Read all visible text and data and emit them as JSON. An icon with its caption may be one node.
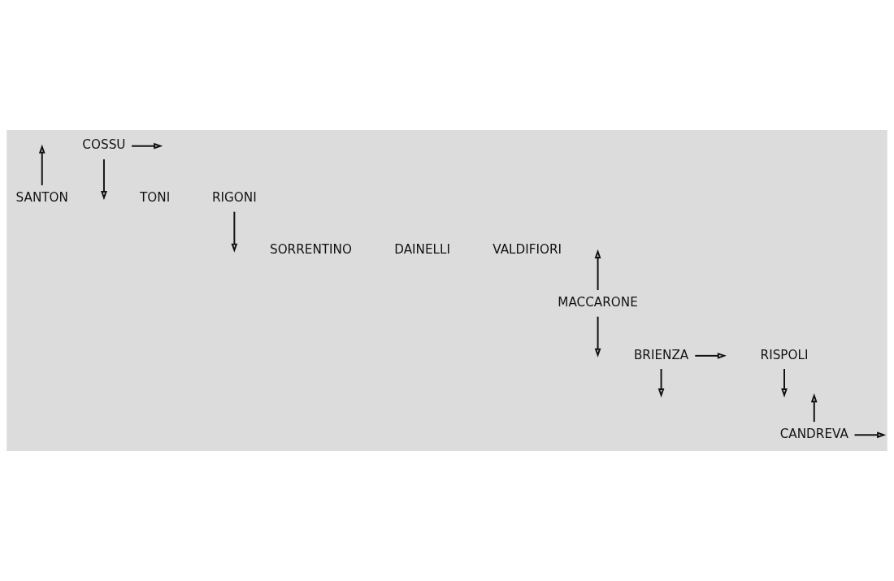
{
  "diagram": {
    "nodes": [
      {
        "text": [
          "COSSU"
        ]
      },
      {
        "text": [
          "SANTON"
        ]
      },
      {
        "text": [
          "RIGONI"
        ]
      },
      {
        "text": [
          "MACCARONE"
        ]
      },
      {
        "text": [
          "BRIENZA"
        ]
      },
      {
        "text": [
          "RISPOLI"
        ]
      },
      {
        "text": [
          "CANDREVA"
        ]
      }
    ],
    "edges": [
      {
        "from": 0,
        "to": null,
        "arrow": "to"
      },
      {
        "from": 0,
        "to": null,
        "arrow": "to"
      },
      {
        "from": 1,
        "to": null,
        "arrow": "to"
      },
      {
        "from": 2,
        "to": null,
        "arrow": "to"
      },
      {
        "from": 3,
        "to": null,
        "arrow": "to"
      },
      {
        "from": 3,
        "to": null,
        "arrow": "to"
      },
      {
        "from": 4,
        "to": null,
        "arrow": "to"
      },
      {
        "from": 4,
        "to": null,
        "arrow": "to"
      },
      {
        "from": 5,
        "to": null,
        "arrow": "to"
      },
      {
        "from": 6,
        "to": null,
        "arrow": "to"
      },
      {
        "from": 6,
        "to": null,
        "arrow": "to"
      }
    ],
    "labels": [
      "TONI",
      "SORRENTINO",
      "DAINELLI",
      "VALDIFIORI"
    ]
  }
}
